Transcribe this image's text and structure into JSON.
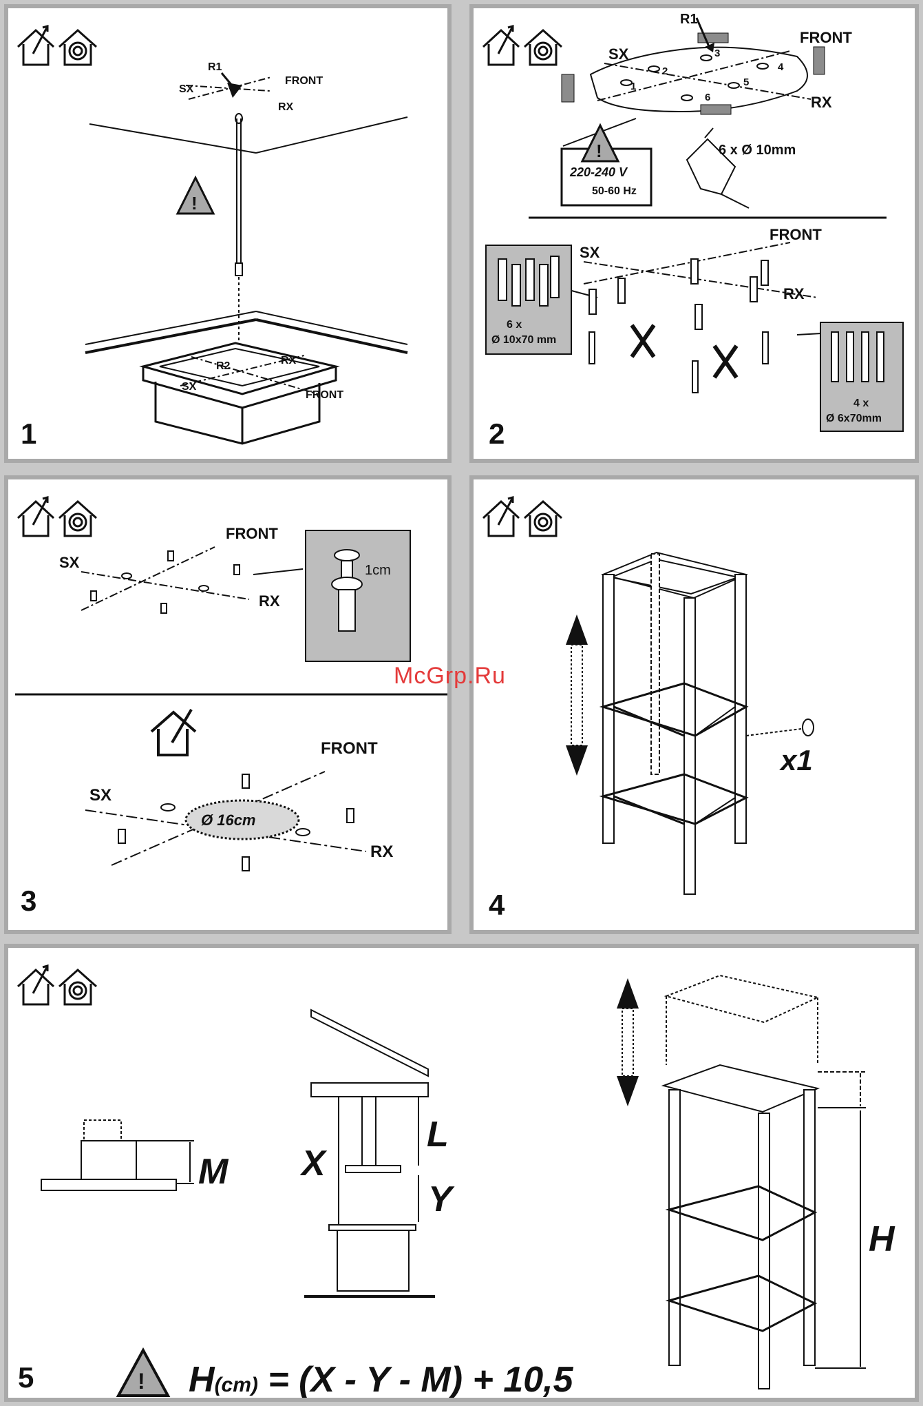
{
  "panels": {
    "p1": {
      "number": "1",
      "labels": {
        "r1": "R1",
        "sx": "SX",
        "front": "FRONT",
        "rx": "RX",
        "r2": "R2",
        "sx2": "SX",
        "rx2": "RX",
        "front2": "FRONT"
      }
    },
    "p2": {
      "number": "2",
      "labels": {
        "r1": "R1",
        "sx": "SX",
        "front": "FRONT",
        "rx": "RX",
        "holes": [
          "1",
          "2",
          "3",
          "4",
          "5",
          "6"
        ],
        "voltage": "220-240 V",
        "freq": "50-60 Hz",
        "drill": "6 x Ø 10mm",
        "sx2": "SX",
        "front2": "FRONT",
        "rx2": "RX",
        "plugs_count": "6 x",
        "plugs_size": "Ø 10x70 mm",
        "screws_count": "4 x",
        "screws_size": "Ø 6x70mm"
      }
    },
    "p3": {
      "number": "3",
      "labels": {
        "front": "FRONT",
        "sx": "SX",
        "rx": "RX",
        "gap": "1cm",
        "front2": "FRONT",
        "sx2": "SX",
        "rx2": "RX",
        "diameter": "Ø 16cm"
      }
    },
    "p4": {
      "number": "4",
      "labels": {
        "count": "x1"
      }
    },
    "p5": {
      "number": "5",
      "labels": {
        "m": "M",
        "x": "X",
        "l": "L",
        "y": "Y",
        "h": "H"
      },
      "formula": {
        "h": "H",
        "unit": "(cm)",
        "rest": " = (X - Y - M) + 10,5"
      }
    }
  },
  "watermark": "McGrp.Ru",
  "icons": [
    "house-duct-out-icon",
    "house-recirculation-icon",
    "warning-icon"
  ]
}
